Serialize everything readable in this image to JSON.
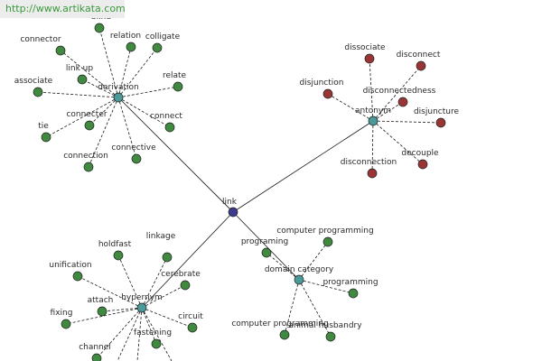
{
  "watermark": "http://www.artikata.com",
  "colors": {
    "center": "#3c3c8c",
    "category": "#4a9a9a",
    "green_leaf": "#3f8a3f",
    "red_leaf": "#9a3535"
  },
  "graph": {
    "center": {
      "id": "link",
      "label": "link"
    },
    "categories": [
      {
        "id": "derivation",
        "label": "derivation",
        "leaf_color": "green",
        "leaves": [
          "blind",
          "relation",
          "colligate",
          "connector",
          "link up",
          "associate",
          "relate",
          "connect",
          "connecter",
          "tie",
          "connective",
          "connection"
        ]
      },
      {
        "id": "antonym",
        "label": "antonym",
        "leaf_color": "red",
        "leaves": [
          "dissociate",
          "disconnect",
          "disjunction",
          "disconnectedness",
          "disjuncture",
          "disconnection",
          "decouple"
        ]
      },
      {
        "id": "hypernym",
        "label": "hypernym",
        "leaf_color": "green",
        "leaves": [
          "linkage",
          "holdfast",
          "unification",
          "cerebrate",
          "attach",
          "fixing",
          "circuit",
          "fastening",
          "channel"
        ]
      },
      {
        "id": "domain-category",
        "label": "domain category",
        "leaf_color": "green",
        "leaves": [
          "computer programming",
          "programing",
          "programming",
          "computer programming",
          "animal husbandry"
        ]
      }
    ]
  }
}
